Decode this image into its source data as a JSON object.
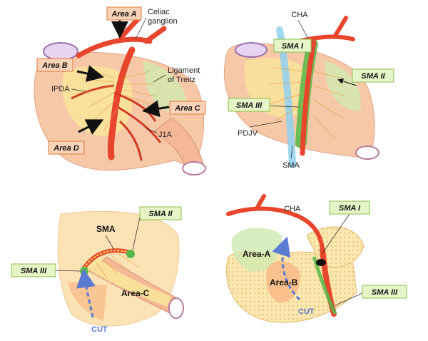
{
  "panel_tl": {
    "area_a": "Area A",
    "area_b": "Area B",
    "area_c": "Area C",
    "area_d": "Area D",
    "celiac_1": "Celiac",
    "celiac_2": "ganglion",
    "ligament_1": "Ligament",
    "ligament_2": "of Treitz",
    "ipda": "IPDA",
    "j1a": "J1A"
  },
  "panel_tr": {
    "cha": "CHA",
    "sma_i": "SMA I",
    "sma_ii": "SMA II",
    "sma_iii": "SMA III",
    "pdjv": "PDJV",
    "sma": "SMA"
  },
  "panel_bl": {
    "sma": "SMA",
    "sma_ii": "SMA II",
    "sma_iii": "SMA III",
    "area_c": "Area-C",
    "cut": "CUT"
  },
  "panel_br": {
    "cha": "CHA",
    "sma_i": "SMA I",
    "sma_iii": "SMA III",
    "area_a": "Area-A",
    "area_b": "Area-B",
    "cut": "CUT"
  },
  "colors": {
    "artery": "#e8462c",
    "artery_dark": "#c2301a",
    "label_orange_fill": "#f9d3b8",
    "label_orange_border": "#e07a3a",
    "label_green_fill": "#e6f5c8",
    "label_green_border": "#8cbf4a",
    "cut_line": "#5a7bd0",
    "skin": "#f7c8a8",
    "nerve_yellow": "#f2dc6a"
  }
}
